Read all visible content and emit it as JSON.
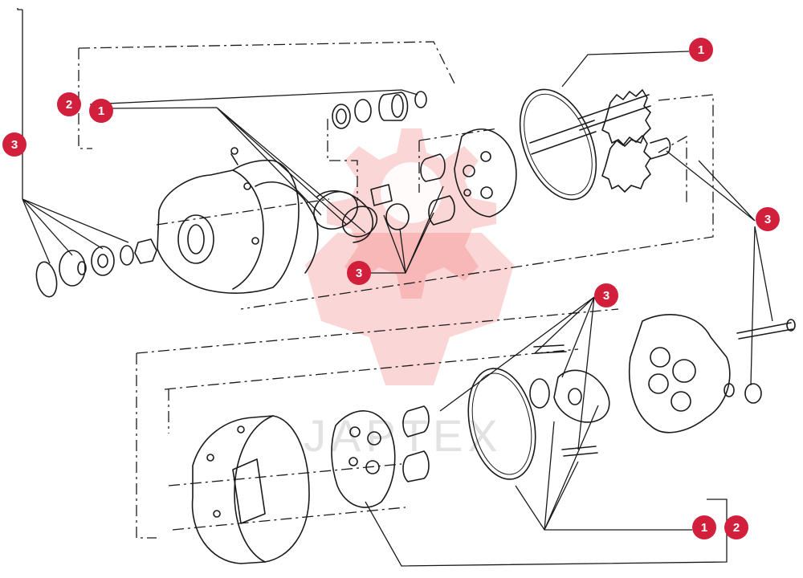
{
  "watermark": {
    "text": "JAPTEX",
    "color": "#f06a6a"
  },
  "callout_color": "#d21f3c",
  "callouts": [
    {
      "id": "c1",
      "label": "1"
    },
    {
      "id": "c2",
      "label": "2"
    },
    {
      "id": "c3",
      "label": "1"
    },
    {
      "id": "c4",
      "label": "3"
    },
    {
      "id": "c5",
      "label": "3"
    },
    {
      "id": "c6",
      "label": "3"
    },
    {
      "id": "c7",
      "label": "3"
    },
    {
      "id": "c8",
      "label": "1"
    },
    {
      "id": "c9",
      "label": "2"
    }
  ]
}
